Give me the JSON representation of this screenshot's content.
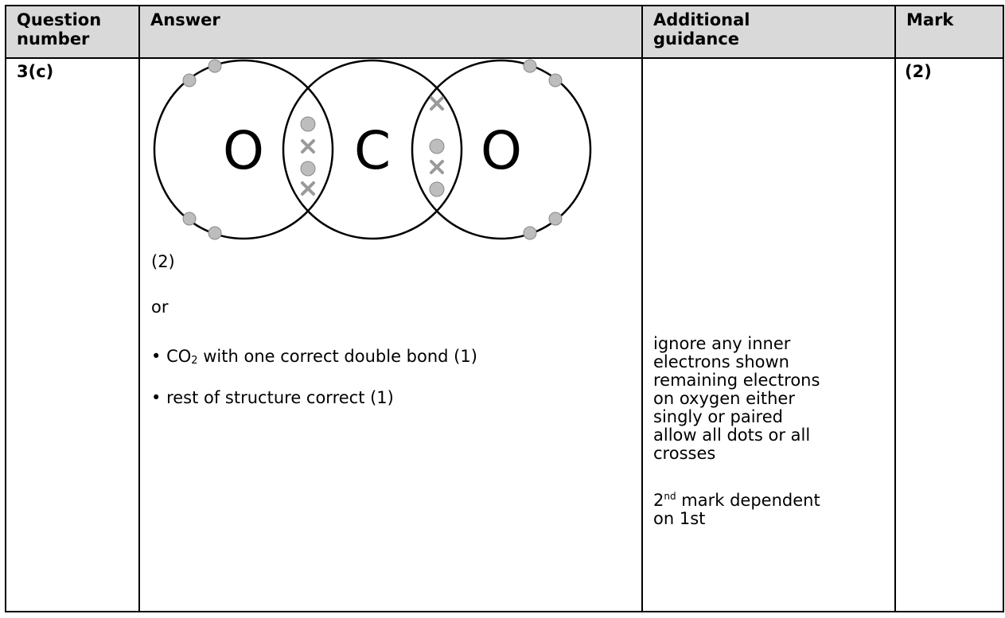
{
  "headers": {
    "question": "Question number",
    "answer": "Answer",
    "guidance": "Additional guidance",
    "mark": "Mark"
  },
  "row": {
    "question_number": "3(c)",
    "mark": "(2)",
    "diagram": {
      "left_atom": "O",
      "center_atom": "C",
      "right_atom": "O"
    },
    "diagram_mark": "(2)",
    "or_text": "or",
    "point1": {
      "bullet": "•",
      "pre": "CO",
      "sub": "2",
      "post": " with one correct double bond (1)"
    },
    "point2": {
      "bullet": "•",
      "text": "rest of structure correct (1)"
    },
    "guidance": {
      "lines": [
        "ignore any inner",
        "electrons shown",
        "remaining electrons",
        "on oxygen either",
        "singly or paired",
        "allow all dots or all",
        "crosses"
      ],
      "dependent": {
        "num": "2",
        "sup": "nd",
        "rest": " mark dependent",
        "line2": "on 1st"
      }
    }
  }
}
